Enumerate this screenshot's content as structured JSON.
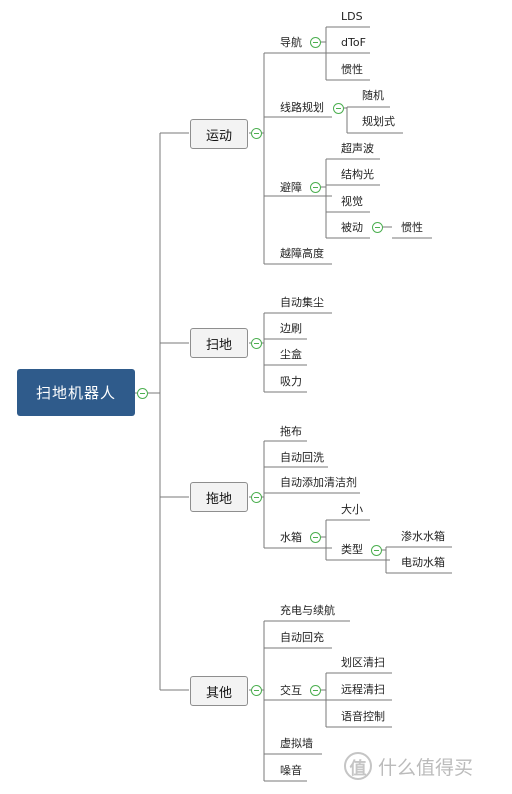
{
  "root": {
    "label": "扫地机器人"
  },
  "categories": {
    "motion": {
      "label": "运动",
      "nav": {
        "label": "导航",
        "items": [
          "LDS",
          "dToF",
          "惯性"
        ]
      },
      "path": {
        "label": "线路规划",
        "items": [
          "随机",
          "规划式"
        ]
      },
      "obstacle": {
        "label": "避障",
        "items": [
          "超声波",
          "结构光",
          "视觉"
        ],
        "passive": {
          "label": "被动",
          "item": "惯性"
        }
      },
      "climb": {
        "label": "越障高度"
      }
    },
    "sweep": {
      "label": "扫地",
      "items": [
        "自动集尘",
        "边刷",
        "尘盒",
        "吸力"
      ]
    },
    "mop": {
      "label": "拖地",
      "items": [
        "拖布",
        "自动回洗",
        "自动添加清洁剂"
      ],
      "tank": {
        "label": "水箱",
        "size": "大小",
        "type": {
          "label": "类型",
          "items": [
            "渗水水箱",
            "电动水箱"
          ]
        }
      }
    },
    "other": {
      "label": "其他",
      "items": [
        "充电与续航",
        "自动回充"
      ],
      "interaction": {
        "label": "交互",
        "items": [
          "划区清扫",
          "远程清扫",
          "语音控制"
        ]
      },
      "tail": [
        "虚拟墙",
        "噪音"
      ]
    }
  },
  "watermark": {
    "logo": "值",
    "text": "什么值得买"
  }
}
